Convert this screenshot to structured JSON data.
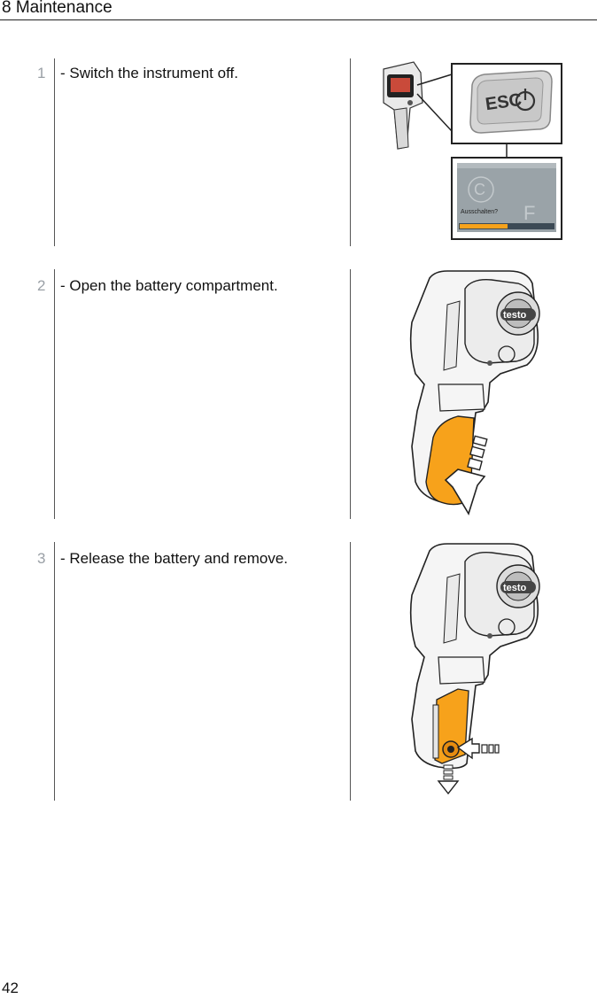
{
  "header": {
    "title": "8 Maintenance"
  },
  "steps": [
    {
      "number": "1",
      "text": "- Switch the instrument off.",
      "figure": {
        "key_label": "ESC",
        "screen_prompt": "Ausschalten?",
        "screen_letters": [
          "C",
          "F"
        ]
      }
    },
    {
      "number": "2",
      "text": "- Open the battery compartment.",
      "figure": {
        "brand": "testo"
      }
    },
    {
      "number": "3",
      "text": "- Release the battery and remove.",
      "figure": {
        "brand": "testo"
      }
    }
  ],
  "footer": {
    "page_number": "42"
  },
  "colors": {
    "accent": "#f7a21b",
    "rule": "#555555",
    "step_number": "#9aa0a6"
  }
}
